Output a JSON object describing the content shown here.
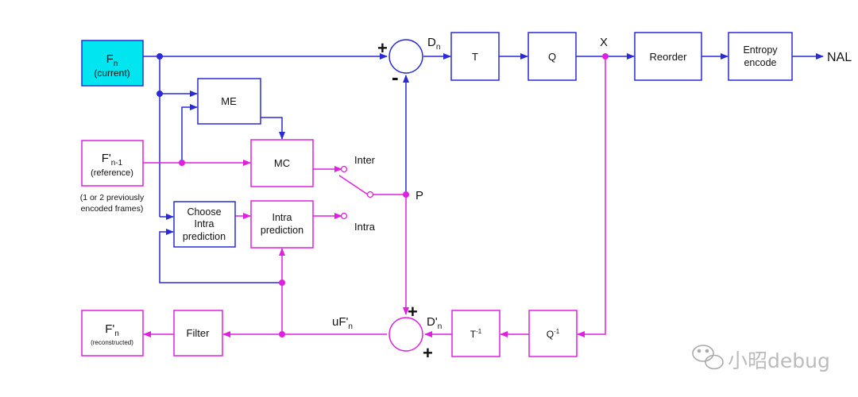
{
  "colors": {
    "blue": "#2a2ad8",
    "magenta": "#e020e0",
    "current_fill": "#00e5f0",
    "text": "#111111",
    "watermark": "#bbbbbb"
  },
  "blocks": {
    "fn_main": "F",
    "fn_sub": "n",
    "fn_note": "(current)",
    "fref_main": "F'",
    "fref_sub": "n-1",
    "fref_note": "(reference)",
    "fref_extra1": "(1 or 2 previously",
    "fref_extra2": "encoded frames)",
    "me": "ME",
    "mc": "MC",
    "choose1": "Choose",
    "choose2": "Intra",
    "choose3": "prediction",
    "intra1": "Intra",
    "intra2": "prediction",
    "t": "T",
    "q": "Q",
    "reorder": "Reorder",
    "entropy1": "Entropy",
    "entropy2": "encode",
    "tinv_main": "T",
    "tinv_sup": "-1",
    "qinv_main": "Q",
    "qinv_sup": "-1",
    "filter": "Filter",
    "frec_main": "F'",
    "frec_sub": "n",
    "frec_note": "(reconstructed)"
  },
  "labels": {
    "dn_main": "D",
    "dn_sub": "n",
    "x": "X",
    "nal": "NAL",
    "inter": "Inter",
    "intra": "Intra",
    "p": "P",
    "ufn_main": "uF'",
    "ufn_sub": "n",
    "dpn_main": "D'",
    "dpn_sub": "n",
    "plus_top": "+",
    "minus": "-",
    "plus_bottom_top": "+",
    "plus_bottom": "+"
  },
  "watermark": "小昭debug"
}
